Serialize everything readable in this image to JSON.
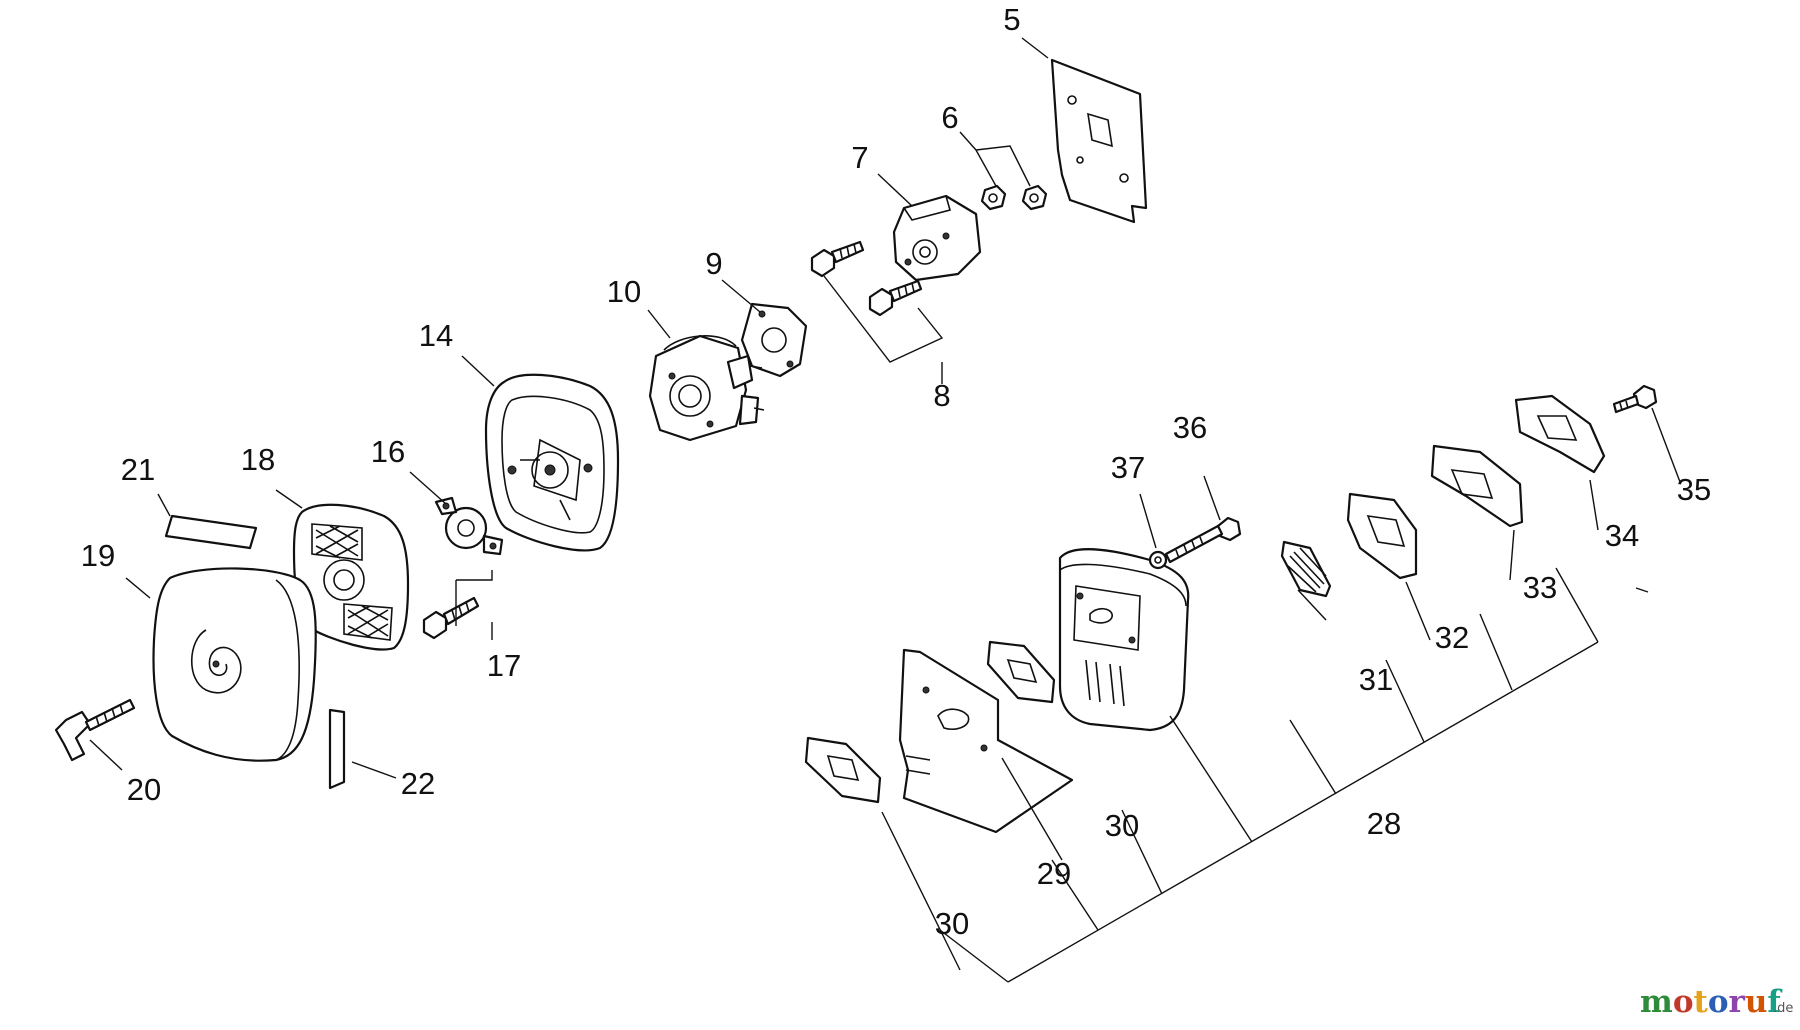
{
  "callouts": {
    "c5": "5",
    "c6": "6",
    "c7": "7",
    "c8": "8",
    "c9": "9",
    "c10": "10",
    "c14": "14",
    "c16": "16",
    "c17": "17",
    "c18": "18",
    "c19": "19",
    "c20": "20",
    "c21": "21",
    "c22": "22",
    "c28": "28",
    "c29": "29",
    "c30a": "30",
    "c30b": "30",
    "c31": "31",
    "c32": "32",
    "c33": "33",
    "c34": "34",
    "c35": "35",
    "c36": "36",
    "c37": "37"
  },
  "watermark": {
    "letters": [
      "m",
      "o",
      "t",
      "o",
      "r",
      "u",
      "f"
    ],
    "colors": [
      "#2e8b3a",
      "#c0392b",
      "#e6a11a",
      "#2b5fb3",
      "#8e44ad",
      "#d35400",
      "#16a085"
    ],
    "suffix": ".de"
  }
}
